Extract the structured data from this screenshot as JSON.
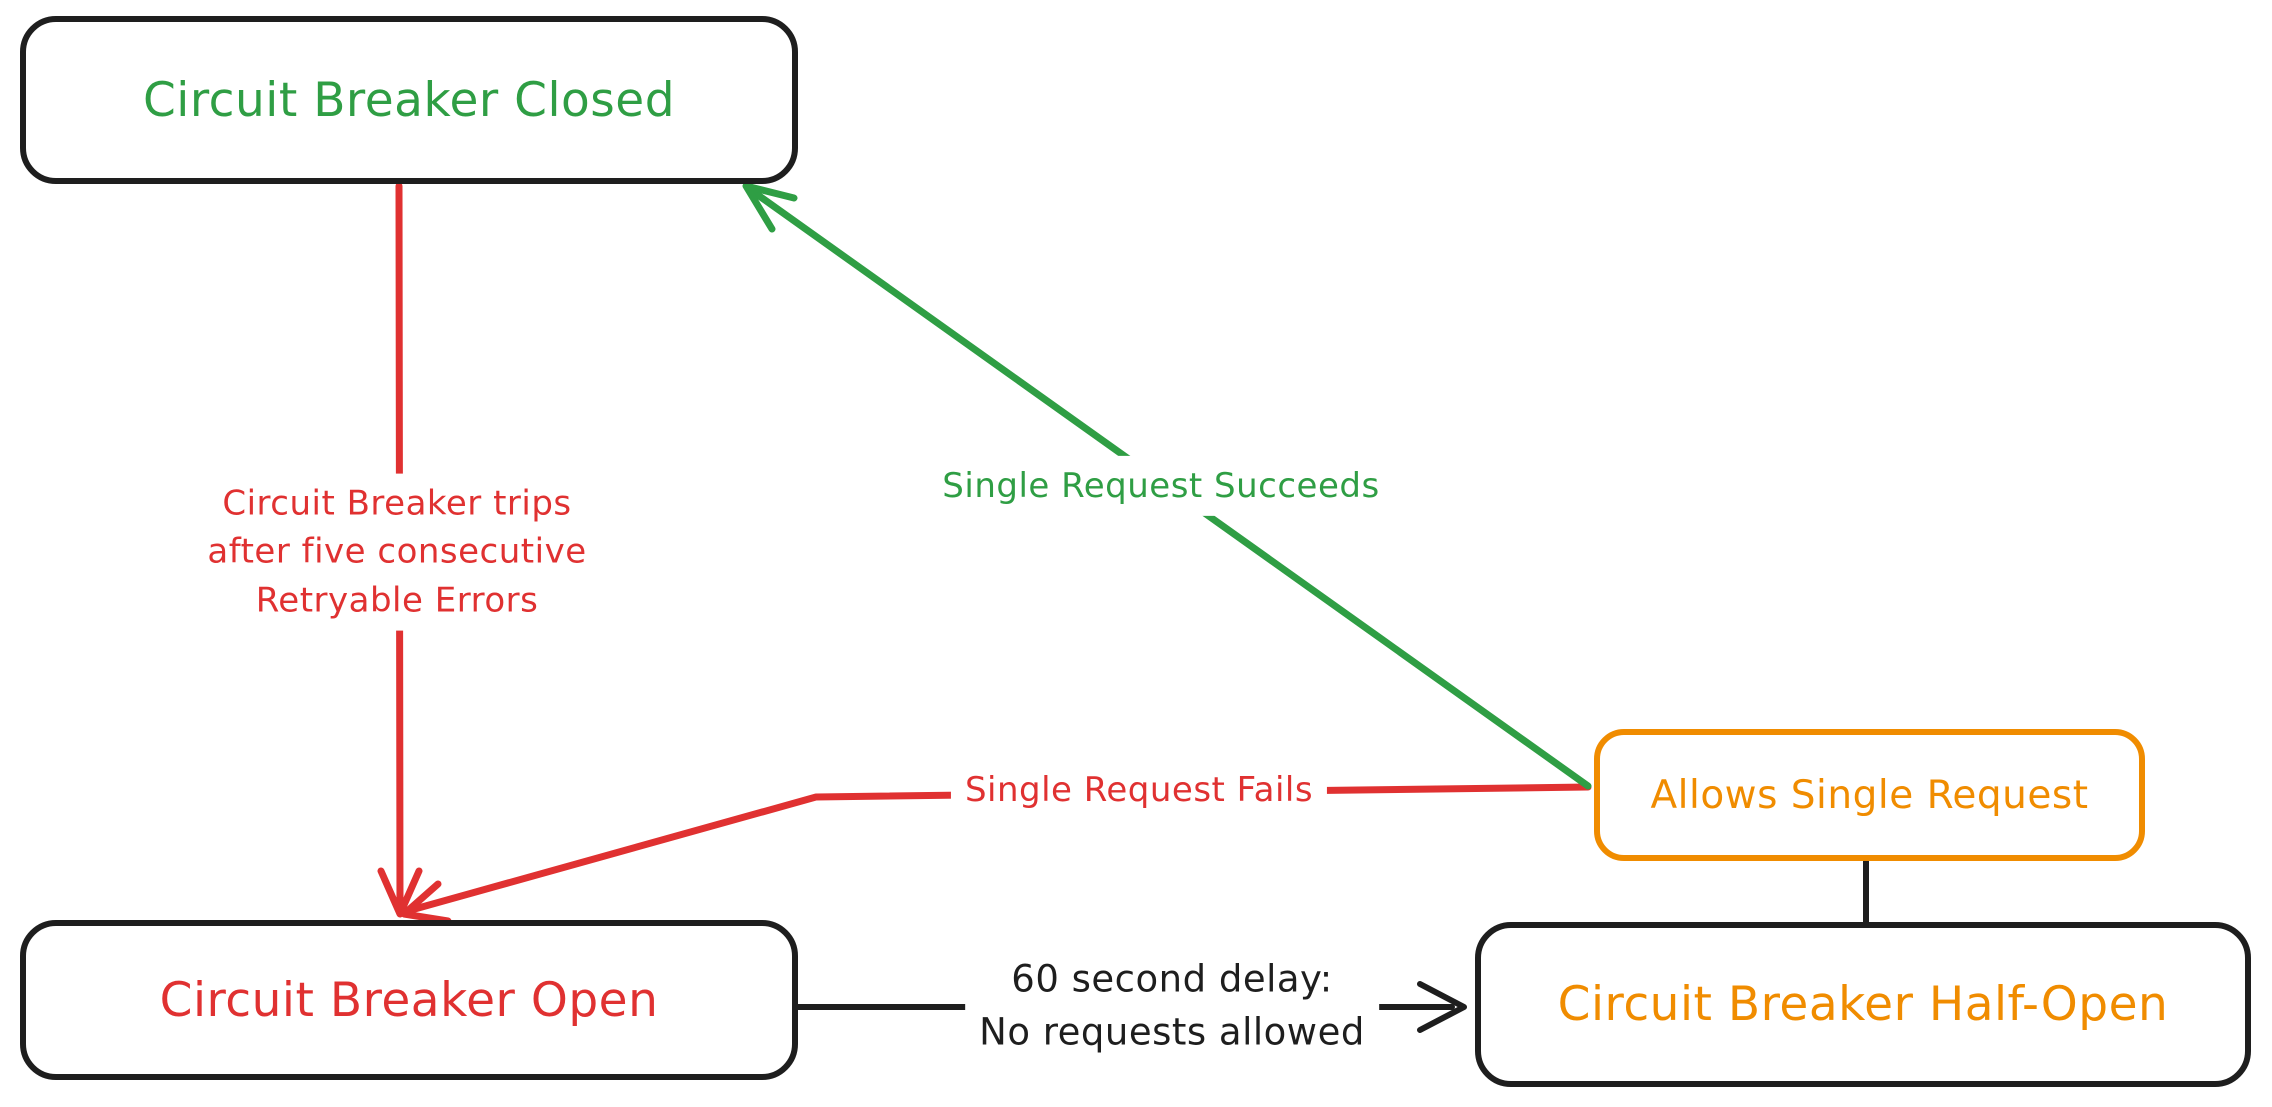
{
  "colors": {
    "background": "#ffffff",
    "black": "#1e1e1e",
    "red": "#e03131",
    "green": "#2f9e44",
    "orange": "#f08c00"
  },
  "nodes": {
    "closed": {
      "label": "Circuit Breaker Closed",
      "text_color": "#2f9e44",
      "border_color": "#1e1e1e"
    },
    "open": {
      "label": "Circuit Breaker Open",
      "text_color": "#e03131",
      "border_color": "#1e1e1e"
    },
    "half_open": {
      "label": "Circuit Breaker Half-Open",
      "text_color": "#f08c00",
      "border_color": "#1e1e1e"
    },
    "allows": {
      "label": "Allows Single Request",
      "text_color": "#f08c00",
      "border_color": "#f08c00"
    }
  },
  "edges": {
    "trips": {
      "from": "closed",
      "to": "open",
      "color": "#e03131",
      "label_lines": [
        "Circuit Breaker trips",
        "after five consecutive",
        "Retryable Errors"
      ]
    },
    "succeeds": {
      "from": "allows",
      "to": "closed",
      "color": "#2f9e44",
      "label": "Single Request Succeeds"
    },
    "fails": {
      "from": "allows",
      "to": "open",
      "color": "#e03131",
      "label": "Single Request Fails"
    },
    "delay": {
      "from": "open",
      "to": "half_open",
      "color": "#1e1e1e",
      "label_lines": [
        "60 second delay:",
        "No requests allowed"
      ]
    },
    "allows_link": {
      "from": "allows",
      "to": "half_open",
      "color": "#1e1e1e"
    }
  }
}
